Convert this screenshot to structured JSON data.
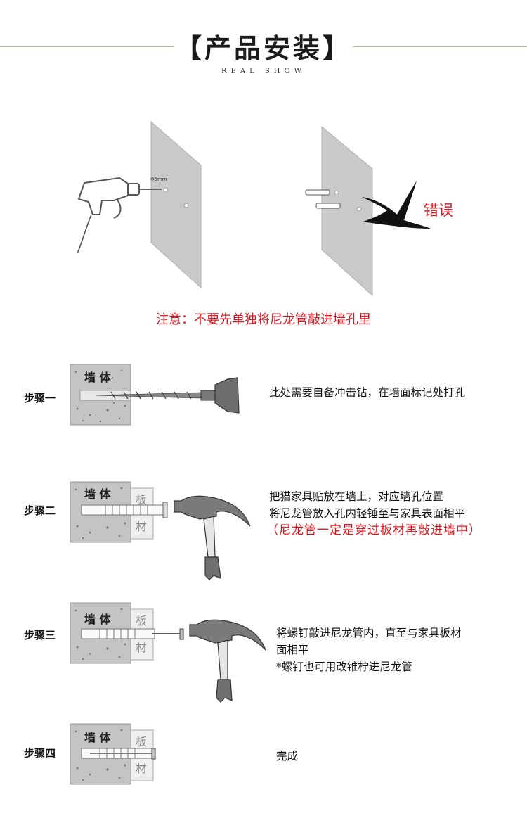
{
  "header": {
    "title": "【产品安装】",
    "subtitle": "REAL SHOW"
  },
  "illustration": {
    "drill_size_label": "Φ6mm",
    "wrong_label": "错误"
  },
  "notice": "注意：不要先单独将尼龙管敲进墙孔里",
  "block_labels": {
    "wall": "墙 体",
    "board_top": "板",
    "board_bottom": "材"
  },
  "steps": [
    {
      "label": "步骤一",
      "lines": [
        "此处需要自备冲击钻，在墙面标记处打孔"
      ]
    },
    {
      "label": "步骤二",
      "lines": [
        "把猫家具贴放在墙上，对应墙孔位置",
        "将尼龙管放入孔内轻锤至与家具表面相平"
      ],
      "red_line": "（尼龙管一定是穿过板材再敲进墙中）"
    },
    {
      "label": "步骤三",
      "lines": [
        "将螺钉敲进尼龙管内，直至与家具板材",
        "面相平",
        "*螺钉也可用改锥柠进尼龙管"
      ]
    },
    {
      "label": "步骤四",
      "lines": [
        "完成"
      ]
    }
  ],
  "colors": {
    "accent_red": "#e0141c",
    "wall_panel": "#c9c9c9",
    "gold_rule": "#c8b79a"
  }
}
